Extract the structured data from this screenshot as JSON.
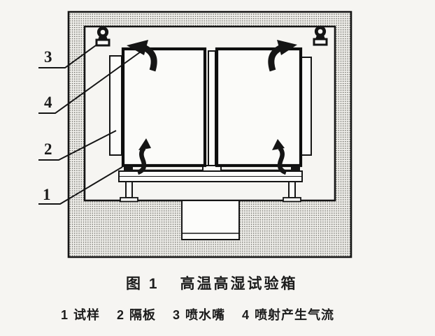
{
  "figure": {
    "caption": {
      "label": "图 1",
      "title": "高温高湿试验箱"
    },
    "legend_items": [
      {
        "num": "1",
        "name": "试样"
      },
      {
        "num": "2",
        "name": "隔板"
      },
      {
        "num": "3",
        "name": "喷水嘴"
      },
      {
        "num": "4",
        "name": "喷射产生气流"
      }
    ],
    "callouts": [
      {
        "num": "3",
        "target": "喷水嘴"
      },
      {
        "num": "4",
        "target": "喷射产生气流"
      },
      {
        "num": "2",
        "target": "隔板"
      },
      {
        "num": "1",
        "target": "试样"
      }
    ],
    "colors": {
      "ink": "#151515",
      "paper": "#f6f5f2",
      "wall_fill": "#efeeea",
      "wall_dot": "#63635c",
      "shape_fill": "#fcfcfa"
    }
  }
}
